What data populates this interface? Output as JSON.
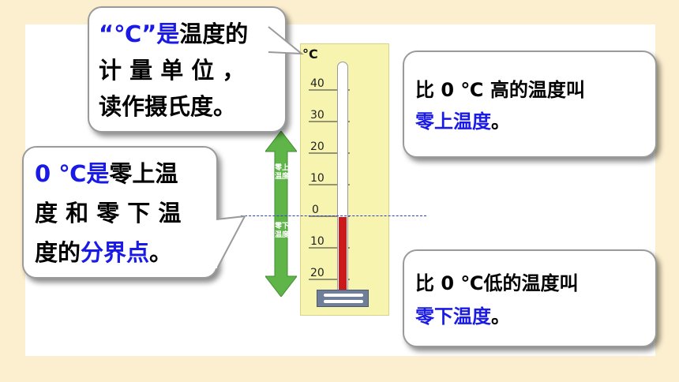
{
  "bubble_unit": {
    "q_open": "“",
    "unit": "℃",
    "q_close": "”",
    "is": "是",
    "line1_rest": "温度的",
    "line2": "计 量 单 位 ，",
    "line3": "读作摄氏度。"
  },
  "bubble_zero": {
    "zero": "0 ℃",
    "is": "是",
    "line1_rest": "零上温",
    "line2": "度 和 零 下 温",
    "line3_a": "度的",
    "line3_b": "分界点",
    "line3_c": "。"
  },
  "bubble_above": {
    "line1": "比 0 ℃ 高的温度叫",
    "line2_blue": "零上温度",
    "line2_end": "。"
  },
  "bubble_below": {
    "line1": "比  0  ℃低的温度叫",
    "line2_blue": "零下温度",
    "line2_end": "。"
  },
  "thermometer": {
    "unit": "°C",
    "labels_above": [
      "40",
      "30",
      "20",
      "10"
    ],
    "zero": "0",
    "labels_below": [
      "10",
      "20"
    ],
    "scale_min": -25,
    "scale_max": 50,
    "reading": 0
  },
  "arrow_labels": {
    "above_1": "零上",
    "above_2": "温度",
    "below_1": "零下",
    "below_2": "温度"
  },
  "colors": {
    "background": "#fcefcf",
    "highlight_blue": "#1a1ae6",
    "mercury_red": "#cc1a1a",
    "arrow_green": "#5fb548"
  }
}
